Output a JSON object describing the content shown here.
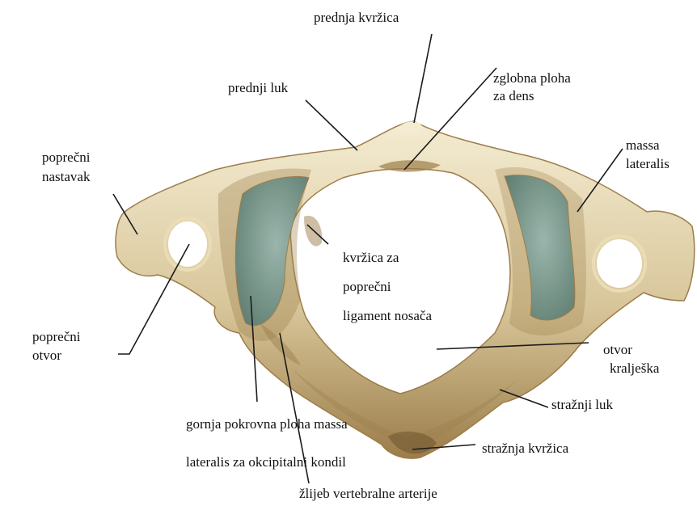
{
  "colors": {
    "bone_base": "#d8c69a",
    "bone_light": "#eadcb4",
    "bone_highlight": "#f4ecd2",
    "bone_shadow": "#9c7d4a",
    "bone_dark": "#6e5430",
    "facet_blue": "#9ab6ac",
    "facet_shadow": "#5f7c70",
    "leader_line": "#1a1a1a",
    "label_text": "#111111"
  },
  "labels": {
    "anterior_tubercle": "prednja kvržica",
    "anterior_arch": "prednji luk",
    "dens_facet_line1": "zglobna ploha",
    "dens_facet_line2": "za dens",
    "transverse_process_line1": "poprečni",
    "transverse_process_line2": "nastavak",
    "lateral_mass_line1": "massa",
    "lateral_mass_line2": "lateralis",
    "ligament_tubercle_line1": "kvržica za",
    "ligament_tubercle_line2": "poprečni",
    "ligament_tubercle_line3": "ligament nosača",
    "transverse_foramen_line1": "poprečni",
    "transverse_foramen_line2": "otvor",
    "vertebral_foramen_line1": "otvor",
    "vertebral_foramen_line2": "kralješka",
    "posterior_arch": "stražnji luk",
    "superior_facet_line1": "gornja pokrovna ploha massa",
    "superior_facet_line2": "lateralis za okcipitalni kondil",
    "posterior_tubercle": "stražnja kvržica",
    "vertebral_artery_groove": "žlijeb vertebralne arterije"
  }
}
